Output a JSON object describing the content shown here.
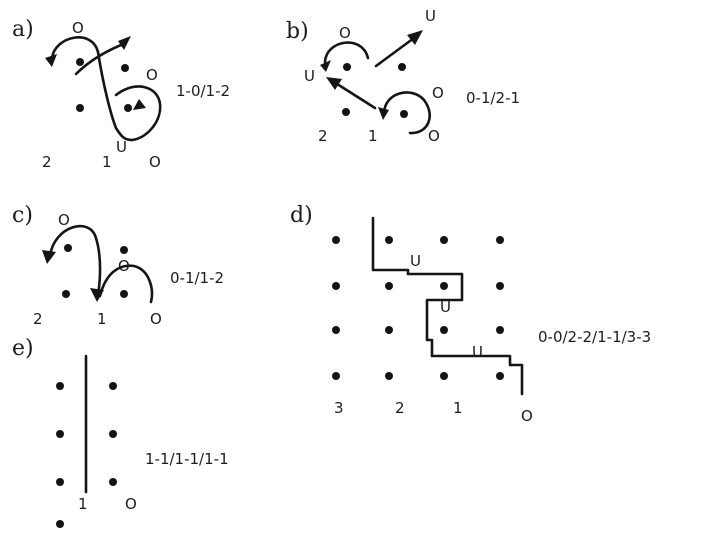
{
  "panels": [
    {
      "id": "a",
      "label": "a)",
      "notation": "1-0/1-2",
      "column_labels": [
        "2",
        "1",
        "O"
      ],
      "move_labels": [
        "O",
        "O",
        "U"
      ]
    },
    {
      "id": "b",
      "label": "b)",
      "notation": "0-1/2-1",
      "column_labels": [
        "2",
        "1",
        "O"
      ],
      "move_labels": [
        "O",
        "U",
        "U",
        "O"
      ]
    },
    {
      "id": "c",
      "label": "c)",
      "notation": "0-1/1-2",
      "column_labels": [
        "2",
        "1",
        "O"
      ],
      "move_labels": [
        "O",
        "O"
      ]
    },
    {
      "id": "d",
      "label": "d)",
      "notation": "0-0/2-2/1-1/3-3",
      "column_labels": [
        "3",
        "2",
        "1",
        "O"
      ],
      "move_labels": [
        "U",
        "U",
        "U"
      ]
    },
    {
      "id": "e",
      "label": "e)",
      "notation": "1-1/1-1/1-1",
      "column_labels": [
        "1",
        "O"
      ],
      "move_labels": []
    }
  ]
}
